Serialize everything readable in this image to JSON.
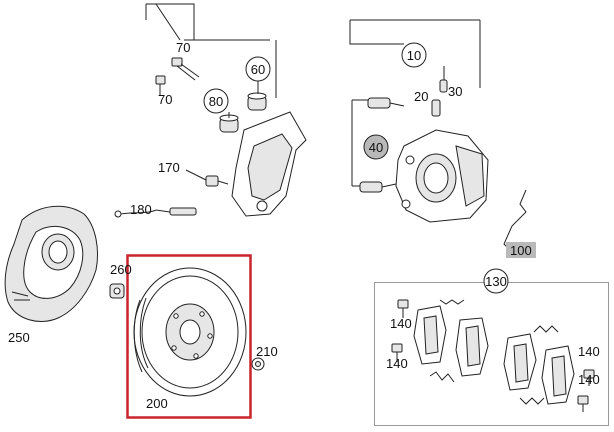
{
  "colors": {
    "highlight_box": "#c8242b",
    "label_hi_bg": "#b9b9b9",
    "line": "#222222"
  },
  "labels": {
    "p70a": "70",
    "p70b": "70",
    "p60": "60",
    "p80": "80",
    "p170": "170",
    "p180": "180",
    "p10": "10",
    "p20": "20",
    "p30": "30",
    "p40": "40",
    "p100": "100",
    "p250": "250",
    "p260": "260",
    "p200": "200",
    "p210": "210",
    "p130": "130",
    "p140a": "140",
    "p140b": "140",
    "p140c": "140",
    "p140d": "140"
  }
}
